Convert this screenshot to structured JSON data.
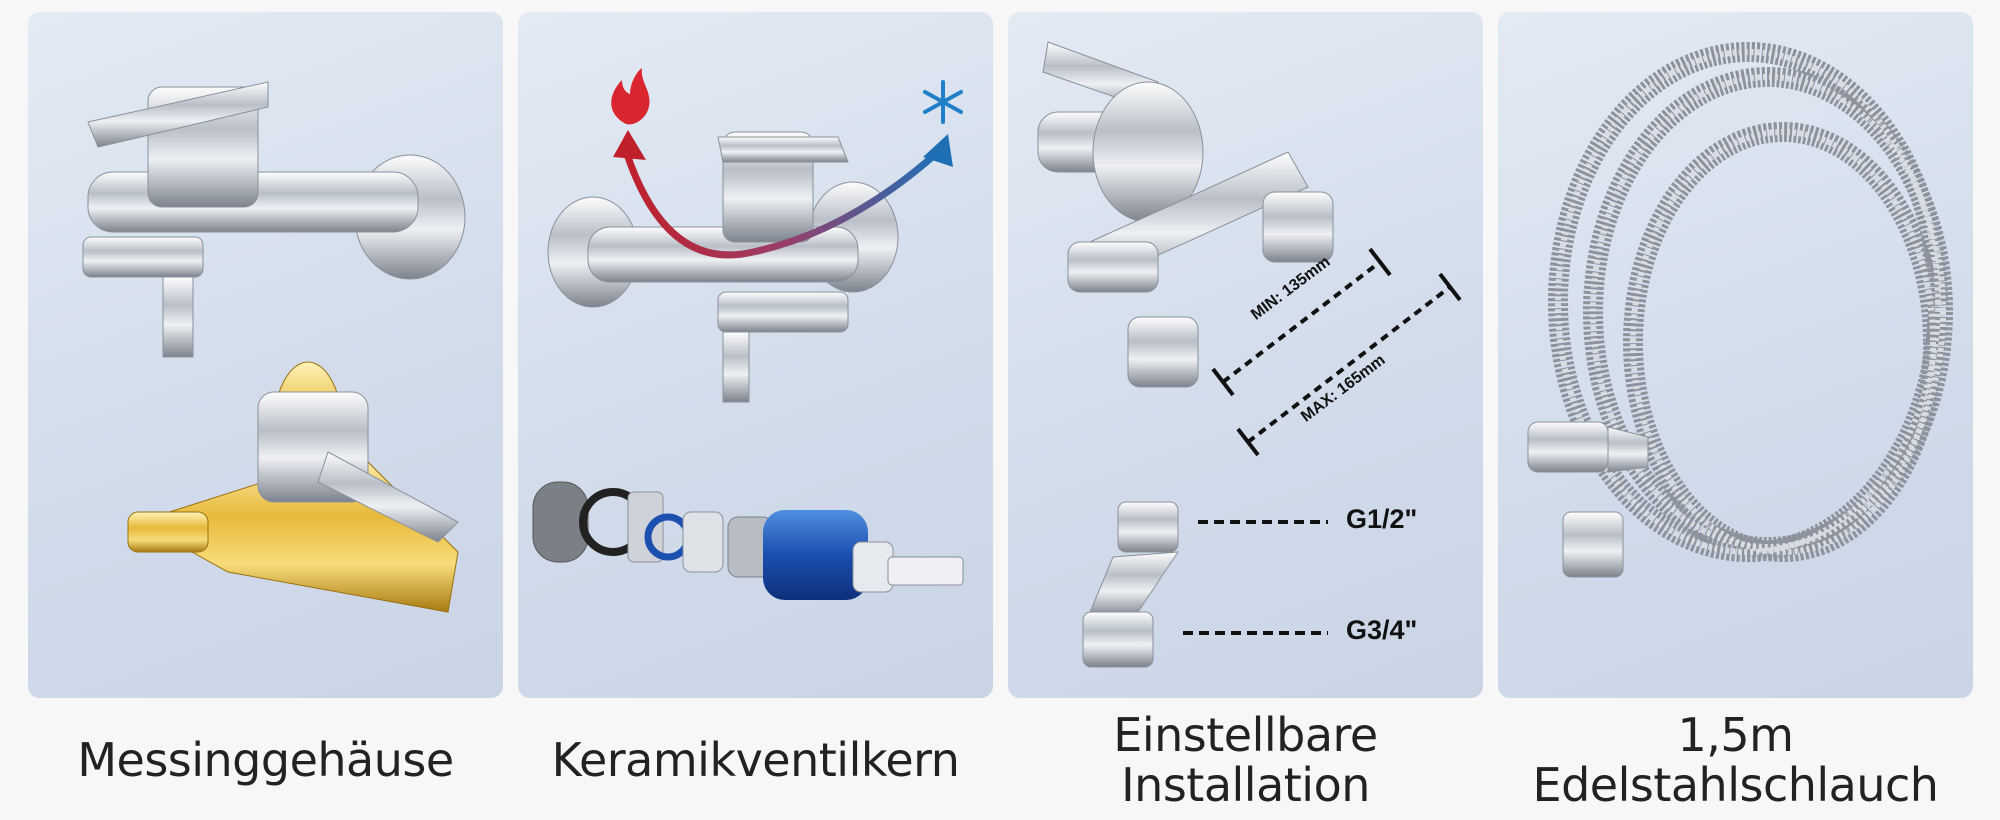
{
  "panels": [
    {
      "caption": [
        "Messinggehäuse"
      ]
    },
    {
      "caption": [
        "Keramikventilkern"
      ],
      "icons": [
        "fire-icon",
        "snowflake-icon"
      ],
      "colors": {
        "hot": "#c0202a",
        "cold": "#1f6fb5"
      }
    },
    {
      "caption": [
        "Einstellbare",
        "Installation"
      ],
      "labels": {
        "min": "MIN: 135mm",
        "max": "MAX: 165mm",
        "g12": "G1/2\"",
        "g34": "G3/4\""
      }
    },
    {
      "caption": [
        "1,5m",
        "Edelstahlschlauch"
      ]
    }
  ]
}
